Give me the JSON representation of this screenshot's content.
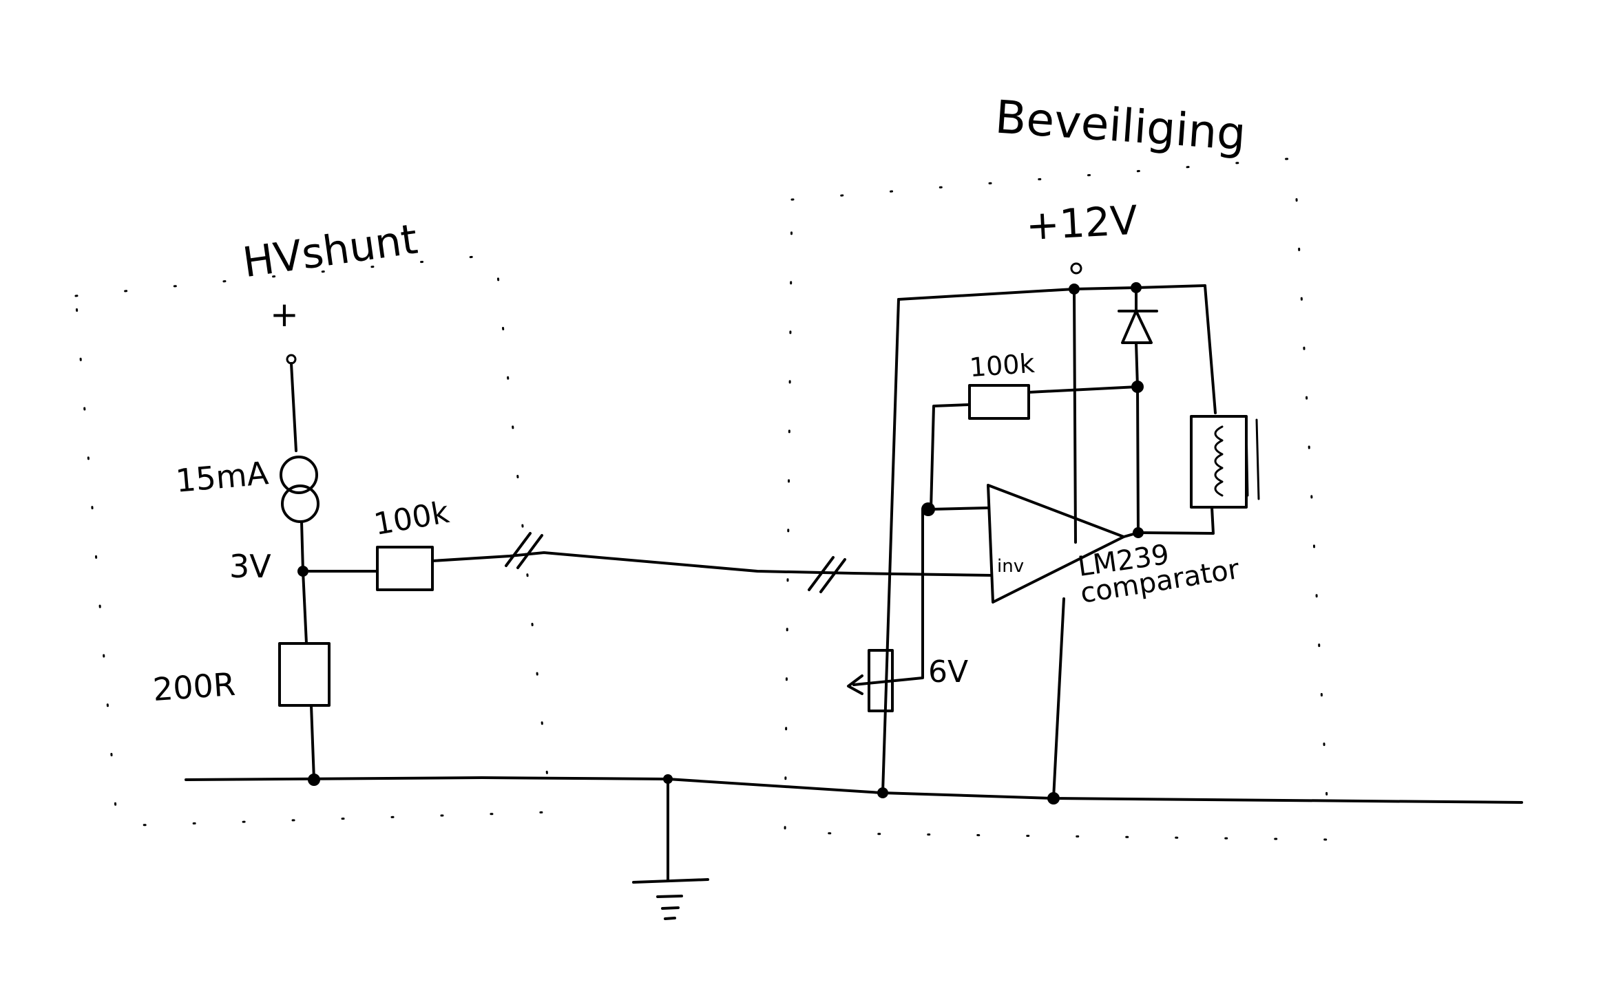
{
  "labels": {
    "hv_title": "HVshunt",
    "prot_title": "Beveiliging",
    "plus": "+",
    "supply": "+12V",
    "current": "15mA",
    "node_voltage": "3V",
    "shunt_res": "200R",
    "input_res": "100k",
    "feedback_res": "100k",
    "ref_voltage": "6V",
    "inv_pin": "inv",
    "comp_part": "LM239",
    "comp_word": "comparator"
  }
}
